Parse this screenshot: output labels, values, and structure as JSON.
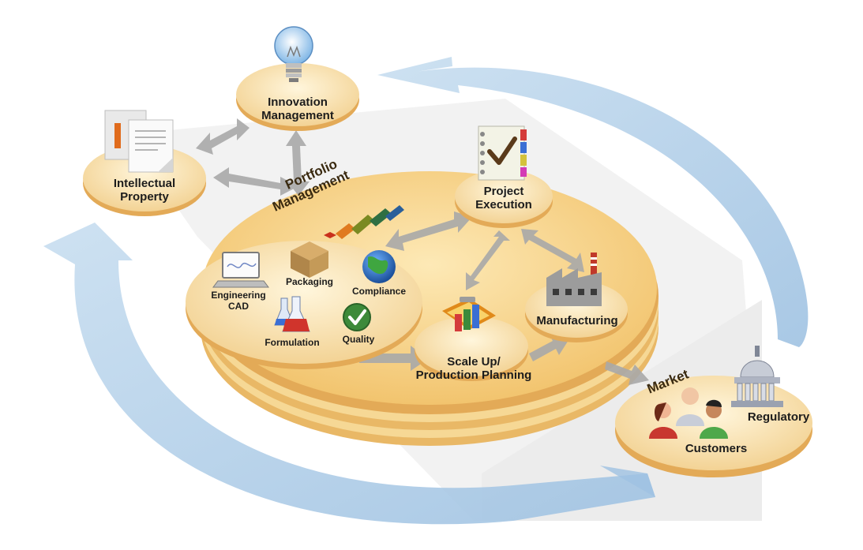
{
  "nodes": {
    "innovation": {
      "line1": "Innovation",
      "line2": "Management"
    },
    "intellectual": {
      "line1": "Intellectual",
      "line2": "Property"
    },
    "project": {
      "line1": "Project",
      "line2": "Execution"
    },
    "portfolio": {
      "line1": "Portfolio",
      "line2": "Management"
    },
    "scaleup": {
      "line1": "Scale Up/",
      "line2": "Production Planning"
    },
    "manufacturing": {
      "label": "Manufacturing"
    },
    "market_hub": {
      "market": "Market",
      "regulatory": "Regulatory",
      "customers": "Customers"
    },
    "inner_disc": {
      "engineering": {
        "line1": "Engineering",
        "line2": "CAD"
      },
      "packaging": "Packaging",
      "compliance": "Compliance",
      "formulation": "Formulation",
      "quality": "Quality"
    }
  },
  "colors": {
    "disc_fill": "#f7d58a",
    "disc_edge": "#e7b25c",
    "pad_fill": "#fbe6b8",
    "cycle_arrow": "#a9c9e6",
    "gray_arrow": "#a6a6a6",
    "bar_colors": [
      "#c9301c",
      "#e07a1f",
      "#7a8a22",
      "#2f6f43",
      "#2a5f9a"
    ]
  },
  "icons": [
    "light-bulb-icon",
    "documents-icon",
    "checklist-notebook-icon",
    "factory-icon",
    "bar-chart-clipboard-icon",
    "capitol-building-icon",
    "people-icon",
    "laptop-cad-icon",
    "box-icon",
    "globe-icon",
    "flasks-icon",
    "checkmark-icon"
  ]
}
